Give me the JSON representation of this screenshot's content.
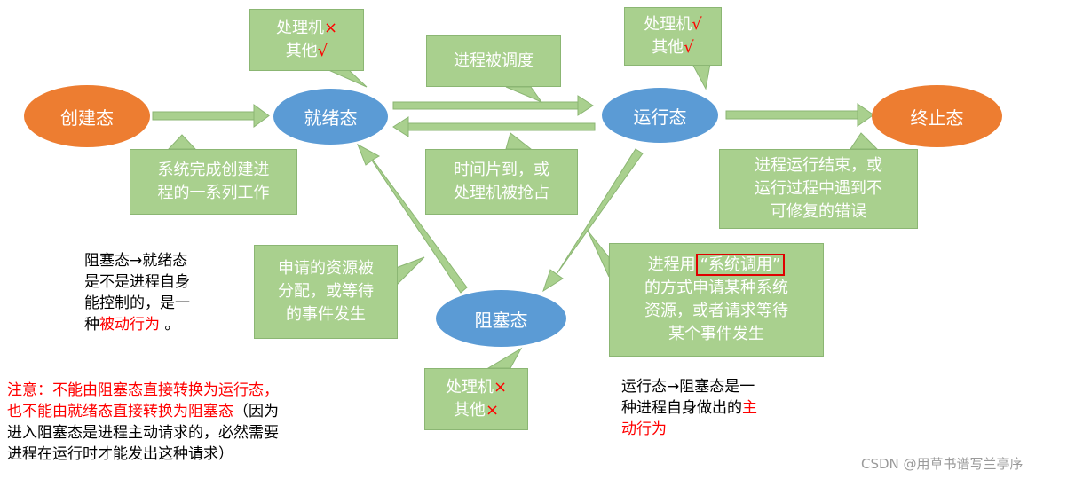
{
  "states": {
    "create": "创建态",
    "ready": "就绪态",
    "running": "运行态",
    "terminated": "终止态",
    "blocked": "阻塞态"
  },
  "callouts": {
    "ready_resources": {
      "line1_prefix": "处理机",
      "line1_mark": "×",
      "line2_prefix": "其他",
      "line2_mark": "√"
    },
    "running_resources": {
      "line1_prefix": "处理机",
      "line1_mark": "√",
      "line2_prefix": "其他",
      "line2_mark": "√"
    },
    "blocked_resources": {
      "line1_prefix": "处理机",
      "line1_mark": "×",
      "line2_prefix": "其他",
      "line2_mark": "×"
    },
    "scheduled": "进程被调度",
    "create_done": [
      "系统完成创建进",
      "程的一系列工作"
    ],
    "timeslice": [
      "时间片到，或",
      "处理机被抢占"
    ],
    "finished": [
      "进程运行结束，或",
      "运行过程中遇到不",
      "可修复的错误"
    ],
    "resource_assigned": [
      "申请的资源被",
      "分配，或等待",
      "的事件发生"
    ],
    "syscall": {
      "prefix": "进程用",
      "highlight": "“系统调用”",
      "lines": [
        "的方式申请某种系统",
        "资源，或者请求等待",
        "某个事件发生"
      ]
    }
  },
  "notes": {
    "blocked_to_ready": {
      "lines": [
        "阻塞态→就绪态",
        "是不是进程自身",
        "能控制的，是一"
      ],
      "last_prefix": "种",
      "last_red": "被动行为",
      "last_suffix": " 。"
    },
    "running_to_blocked": {
      "line1": "运行态→阻塞态是一",
      "line2_black": "种进程自身做出的",
      "line2_red": "主",
      "line3_red": "动行为"
    },
    "warning": {
      "line1_red": "注意：不能由阻塞态直接转换为运行态，",
      "line2_red": "也不能由就绪态直接转换为阻塞态",
      "line2_black": "（因为",
      "line3": "进入阻塞态是进程主动请求的，必然需要",
      "line4": "进程在运行时才能发出这种请求）"
    }
  },
  "watermark": "CSDN @用草书谱写兰亭序",
  "colors": {
    "orange": "#ED7D31",
    "blue": "#5B9BD5",
    "green": "#A9D08E",
    "red": "#FF0000"
  }
}
